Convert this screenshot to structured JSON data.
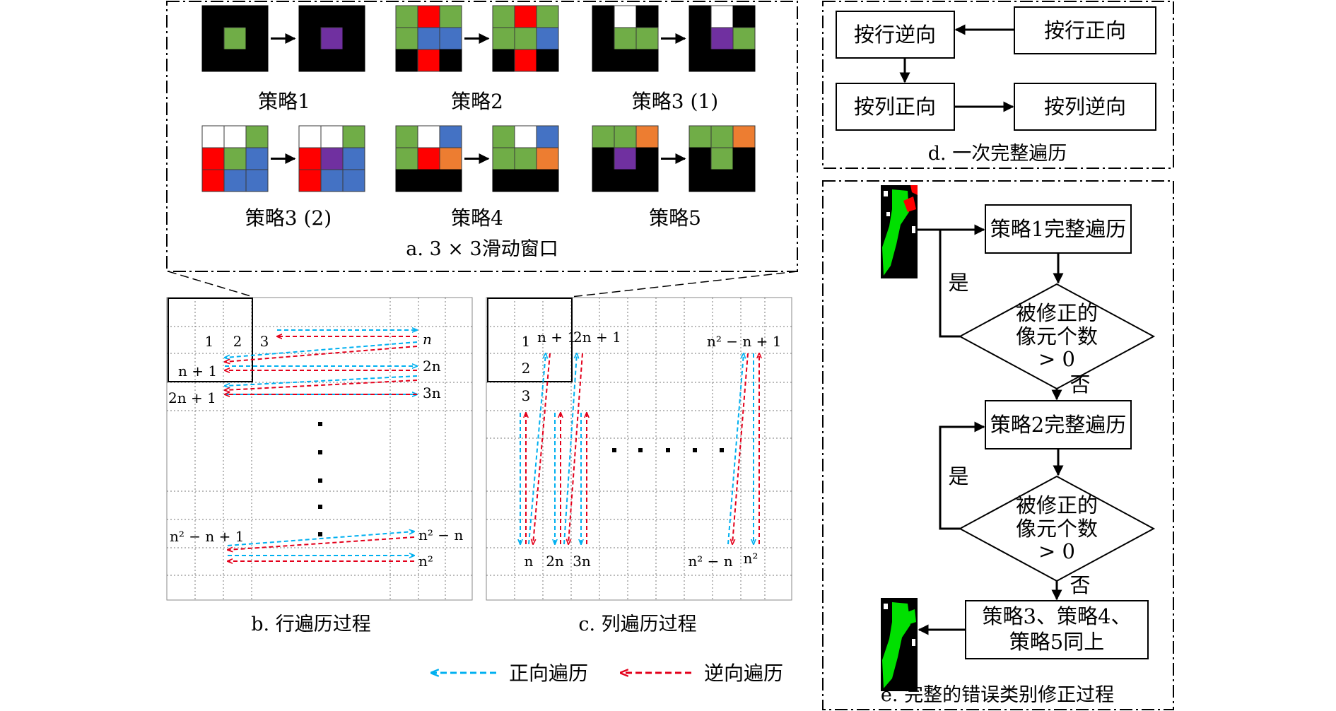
{
  "captions": {
    "a": "a. 3 × 3滑动窗口",
    "b": "b. 行遍历过程",
    "c": "c. 列遍历过程",
    "d": "d. 一次完整遍历",
    "e": "e. 完整的错误类别修正过程"
  },
  "strategy_labels": [
    "策略1",
    "策略2",
    "策略3 (1)",
    "策略3 (2)",
    "策略4",
    "策略5"
  ],
  "colors": {
    "black": "#000000",
    "white": "#ffffff",
    "green": "#70ad47",
    "purple": "#7030a0",
    "red": "#ff0000",
    "blue": "#4472c4",
    "orange": "#ed7d31",
    "forward_arrow": "#00b0f0",
    "reverse_arrow": "#e3001b",
    "map_green": "#00e000"
  },
  "windows": [
    {
      "name": "strategy1",
      "before": [
        "k",
        "k",
        "k",
        "k",
        "g",
        "k",
        "k",
        "k",
        "k"
      ],
      "after": [
        "k",
        "k",
        "k",
        "k",
        "p",
        "k",
        "k",
        "k",
        "k"
      ]
    },
    {
      "name": "strategy2",
      "before": [
        "g",
        "r",
        "g",
        "g",
        "b",
        "b",
        "k",
        "r",
        "k"
      ],
      "after": [
        "g",
        "r",
        "g",
        "g",
        "g",
        "b",
        "k",
        "r",
        "k"
      ]
    },
    {
      "name": "strategy3-1",
      "before": [
        "k",
        "w",
        "k",
        "k",
        "g",
        "g",
        "k",
        "k",
        "k"
      ],
      "after": [
        "k",
        "w",
        "k",
        "k",
        "p",
        "g",
        "k",
        "k",
        "k"
      ]
    },
    {
      "name": "strategy3-2",
      "before": [
        "w",
        "w",
        "g",
        "r",
        "g",
        "b",
        "r",
        "b",
        "b"
      ],
      "after": [
        "w",
        "w",
        "g",
        "r",
        "p",
        "b",
        "r",
        "b",
        "b"
      ]
    },
    {
      "name": "strategy4",
      "before": [
        "g",
        "w",
        "b",
        "g",
        "r",
        "o",
        "k",
        "k",
        "k"
      ],
      "after": [
        "g",
        "w",
        "b",
        "g",
        "g",
        "o",
        "k",
        "k",
        "k"
      ]
    },
    {
      "name": "strategy5",
      "before": [
        "g",
        "g",
        "o",
        "k",
        "p",
        "k",
        "k",
        "k",
        "k"
      ],
      "after": [
        "g",
        "g",
        "o",
        "k",
        "g",
        "k",
        "k",
        "k",
        "k"
      ]
    }
  ],
  "row_grid_labels": {
    "r1": [
      "1",
      "2",
      "3",
      "n"
    ],
    "r2": [
      "n + 1",
      "2n"
    ],
    "r3": [
      "2n + 1",
      "3n"
    ],
    "r4": [
      "n² − n + 1",
      "n² − n"
    ],
    "r5": [
      "n²"
    ]
  },
  "col_grid_labels": {
    "top": [
      "1",
      "n + 1",
      "2n + 1",
      "n² − n + 1"
    ],
    "left": [
      "2",
      "3"
    ],
    "bottom": [
      "n",
      "2n",
      "3n",
      "n² − n",
      "n²"
    ]
  },
  "traversal_order": {
    "row_forward": "按行正向",
    "row_reverse": "按行逆向",
    "col_forward": "按列正向",
    "col_reverse": "按列逆向"
  },
  "flowchart": {
    "step1": "策略1完整遍历",
    "step2": "策略2完整遍历",
    "decision_line1": "被修正的",
    "decision_line2": "像元个数",
    "decision_line3": "> 0",
    "yes": "是",
    "no": "否",
    "final_line1": "策略3、策略4、",
    "final_line2": "策略5同上"
  },
  "legend": {
    "forward": "正向遍历",
    "reverse": "逆向遍历"
  }
}
